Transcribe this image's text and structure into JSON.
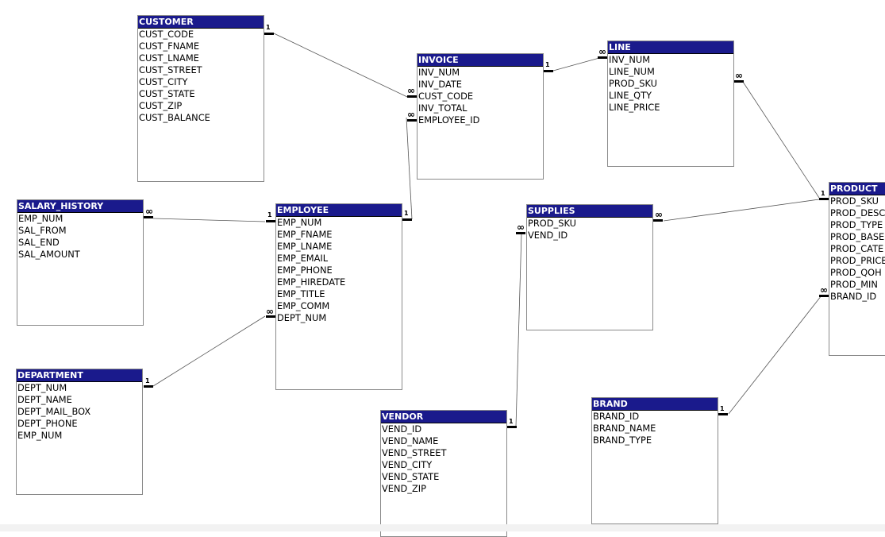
{
  "tables": {
    "customer": {
      "name": "CUSTOMER",
      "fields": [
        "CUST_CODE",
        "CUST_FNAME",
        "CUST_LNAME",
        "CUST_STREET",
        "CUST_CITY",
        "CUST_STATE",
        "CUST_ZIP",
        "CUST_BALANCE"
      ]
    },
    "invoice": {
      "name": "INVOICE",
      "fields": [
        "INV_NUM",
        "INV_DATE",
        "CUST_CODE",
        "INV_TOTAL",
        "EMPLOYEE_ID"
      ]
    },
    "line": {
      "name": "LINE",
      "fields": [
        "INV_NUM",
        "LINE_NUM",
        "PROD_SKU",
        "LINE_QTY",
        "LINE_PRICE"
      ]
    },
    "product": {
      "name": "PRODUCT",
      "fields": [
        "PROD_SKU",
        "PROD_DESC",
        "PROD_TYPE",
        "PROD_BASE",
        "PROD_CATE",
        "PROD_PRICE",
        "PROD_QOH",
        "PROD_MIN",
        "BRAND_ID"
      ]
    },
    "salary_history": {
      "name": "SALARY_HISTORY",
      "fields": [
        "EMP_NUM",
        "SAL_FROM",
        "SAL_END",
        "SAL_AMOUNT"
      ]
    },
    "employee": {
      "name": "EMPLOYEE",
      "fields": [
        "EMP_NUM",
        "EMP_FNAME",
        "EMP_LNAME",
        "EMP_EMAIL",
        "EMP_PHONE",
        "EMP_HIREDATE",
        "EMP_TITLE",
        "EMP_COMM",
        "DEPT_NUM"
      ]
    },
    "supplies": {
      "name": "SUPPLIES",
      "fields": [
        "PROD_SKU",
        "VEND_ID"
      ]
    },
    "department": {
      "name": "DEPARTMENT",
      "fields": [
        "DEPT_NUM",
        "DEPT_NAME",
        "DEPT_MAIL_BOX",
        "DEPT_PHONE",
        "EMP_NUM"
      ]
    },
    "vendor": {
      "name": "VENDOR",
      "fields": [
        "VEND_ID",
        "VEND_NAME",
        "VEND_STREET",
        "VEND_CITY",
        "VEND_STATE",
        "VEND_ZIP"
      ]
    },
    "brand": {
      "name": "BRAND",
      "fields": [
        "BRAND_ID",
        "BRAND_NAME",
        "BRAND_TYPE"
      ]
    }
  },
  "cardinality": {
    "one": "1",
    "many": "∞"
  },
  "colors": {
    "header_bg": "#1a1a8c",
    "header_text": "#ffffff",
    "line": "#555555"
  }
}
